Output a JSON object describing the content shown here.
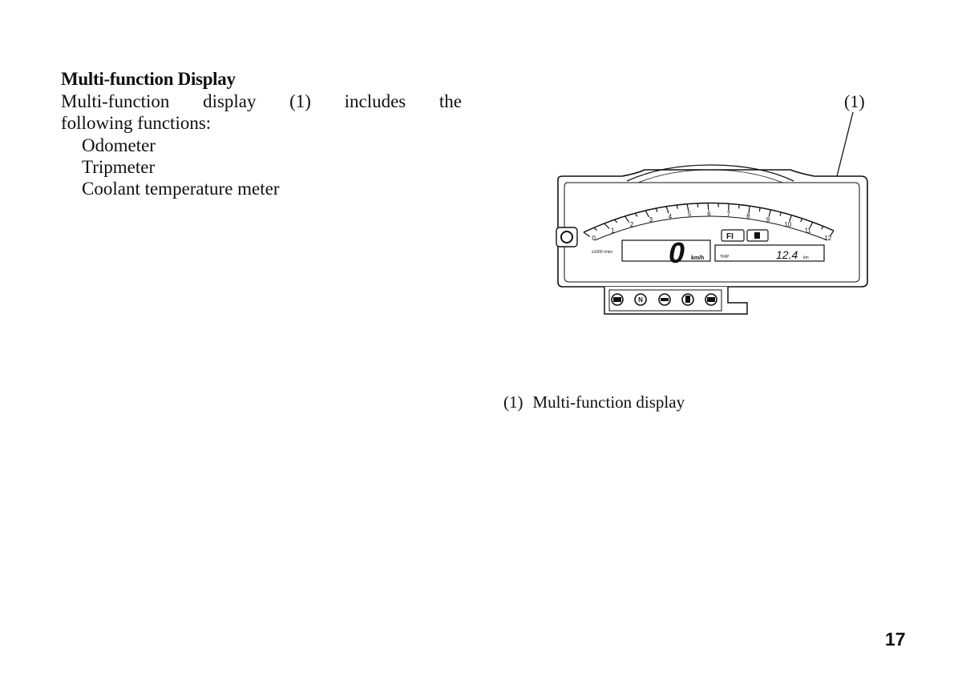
{
  "section": {
    "heading": "Multi-function Display",
    "intro_line1_words": [
      "Multi-function",
      "display",
      "(1)",
      "includes",
      "the"
    ],
    "intro_line2": "following functions:",
    "functions": [
      "Odometer",
      "Tripmeter",
      "Coolant temperature meter"
    ]
  },
  "figure": {
    "callout": "(1)",
    "caption_number": "(1)",
    "caption_text": "Multi-function display",
    "speed": "0",
    "speed_unit": "km/h",
    "tachometer_unit": "x1000 r/min",
    "trip_label": "TRIP",
    "trip_value": "12.4",
    "trip_unit": "km",
    "warning_fi": "FI",
    "tach_numbers": [
      "0",
      "1",
      "2",
      "3",
      "4",
      "5",
      "6",
      "7",
      "8",
      "9",
      "10",
      "11",
      "12"
    ]
  },
  "page": {
    "number": "17"
  }
}
